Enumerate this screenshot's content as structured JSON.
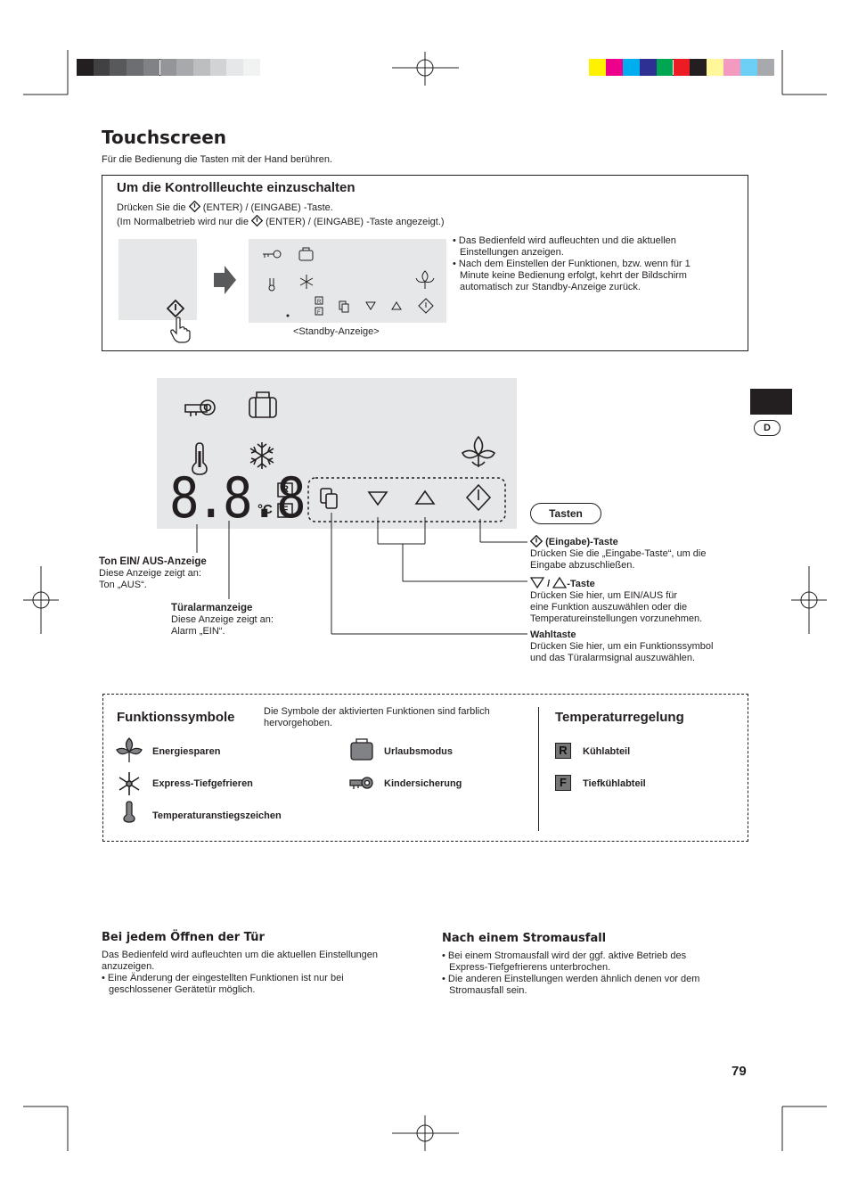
{
  "title": "Touchscreen",
  "intro": "Für die Bedienung die Tasten mit der Hand berühren.",
  "box1": {
    "heading": "Um die Kontrollleuchte einzuschalten",
    "line1_pre": "Drücken Sie die",
    "line1_post": "(ENTER) / (EINGABE) -Taste.",
    "line2_pre": "(Im Normalbetrieb wird nur die",
    "line2_post": "(ENTER) / (EINGABE) -Taste angezeigt.)",
    "standby_caption": "<Standby-Anzeige>",
    "bullets": [
      "• Das Bedienfeld wird aufleuchten und die aktuellen",
      "Einstellungen anzeigen.",
      "• Nach dem Einstellen der Funktionen, bzw. wenn für 1",
      "Minute keine Bedienung erfolgt, kehrt der Bildschirm",
      "automatisch zur Standby-Anzeige zurück."
    ]
  },
  "display": {
    "digits": "8.8.8",
    "unit": "°C",
    "r": "R",
    "f": "F"
  },
  "side_tab": "D",
  "tasten": "Tasten",
  "labels": {
    "ton_title": "Ton EIN/ AUS-Anzeige",
    "ton_l1": "Diese Anzeige zeigt an:",
    "ton_l2": "Ton „AUS“.",
    "tur_title": "Türalarmanzeige",
    "tur_l1": "Diese Anzeige zeigt an:",
    "tur_l2": "Alarm „EIN“.",
    "eing_title": "(Eingabe)-Taste",
    "eing_l1": "Drücken Sie die „Eingabe-Taste“, um die",
    "eing_l2": "Eingabe abzuschließen.",
    "arrow_sep": "/",
    "arrow_title": "-Taste",
    "arrow_l1": "Drücken Sie hier, um EIN/AUS für",
    "arrow_l2": "eine Funktion auszuwählen oder die",
    "arrow_l3": "Temperatureinstellungen vorzunehmen.",
    "wahl_title": "Wahltaste",
    "wahl_l1": "Drücken Sie hier, um ein Funktionssymbol",
    "wahl_l2": "und das Türalarmsignal auszuwählen."
  },
  "funktion": {
    "heading": "Funktionssymbole",
    "note_l1": "Die Symbole der aktivierten Funktionen sind farblich",
    "note_l2": "hervorgehoben.",
    "items": [
      "Energiesparen",
      "Express-Tiefgefrieren",
      "Temperaturanstiegszeichen",
      "Urlaubsmodus",
      "Kindersicherung"
    ]
  },
  "temp": {
    "heading": "Temperaturregelung",
    "r_label": "R",
    "r_text": "Kühlabteil",
    "f_label": "F",
    "f_text": "Tiefkühlabteil"
  },
  "tuer": {
    "heading": "Bei jedem Öffnen der Tür",
    "l1": "Das Bedienfeld wird aufleuchten um die aktuellen Einstellungen",
    "l2": "anzuzeigen.",
    "l3": "• Eine Änderung der eingestellten Funktionen ist nur bei",
    "l4": "geschlossener Gerätetür möglich."
  },
  "strom": {
    "heading": "Nach einem Stromausfall",
    "l1": "• Bei einem Stromausfall wird der ggf. aktive Betrieb des",
    "l2": "Express-Tiefgefrierens unterbrochen.",
    "l3": "• Die anderen Einstellungen werden ähnlich denen vor dem",
    "l4": "Stromausfall sein."
  },
  "page_number": "79",
  "colors": {
    "panel": "#e6e7e8",
    "gray_swatches": [
      "#231f20",
      "#414042",
      "#58595b",
      "#6d6e71",
      "#808285",
      "#939598",
      "#a7a9ac",
      "#bcbec0",
      "#d1d3d4",
      "#e6e7e8",
      "#f1f2f2"
    ],
    "color_swatches": [
      "#fff200",
      "#ec008c",
      "#00aeef",
      "#2e3192",
      "#00a651",
      "#ed1c24",
      "#231f20",
      "#fff799",
      "#f49ac1",
      "#6dcff6",
      "#a7a9ac"
    ]
  }
}
